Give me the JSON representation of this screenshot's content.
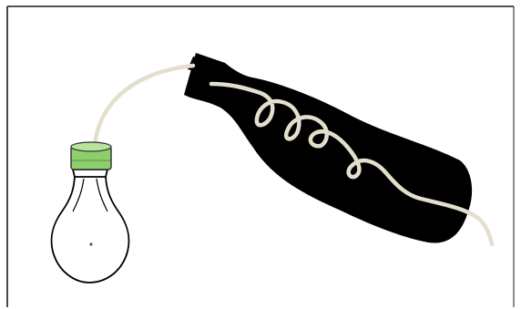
{
  "diagram": {
    "components": [
      {
        "role": "bulb",
        "icon": "light-bulb-icon"
      },
      {
        "role": "cap",
        "icon": "bottle-cap-icon",
        "color": "#8dcf6b"
      },
      {
        "role": "tube",
        "icon": "tube-icon",
        "color": "#e4dfcd"
      },
      {
        "role": "bottle",
        "icon": "bottle-icon",
        "color": "#000000"
      }
    ],
    "colors": {
      "frame": "#1a1a1a",
      "background": "#ffffff",
      "bottle": "#000000",
      "tube": "#e4dfcd",
      "cap": "#8dcf6b",
      "bulb_outline": "#000000"
    }
  }
}
